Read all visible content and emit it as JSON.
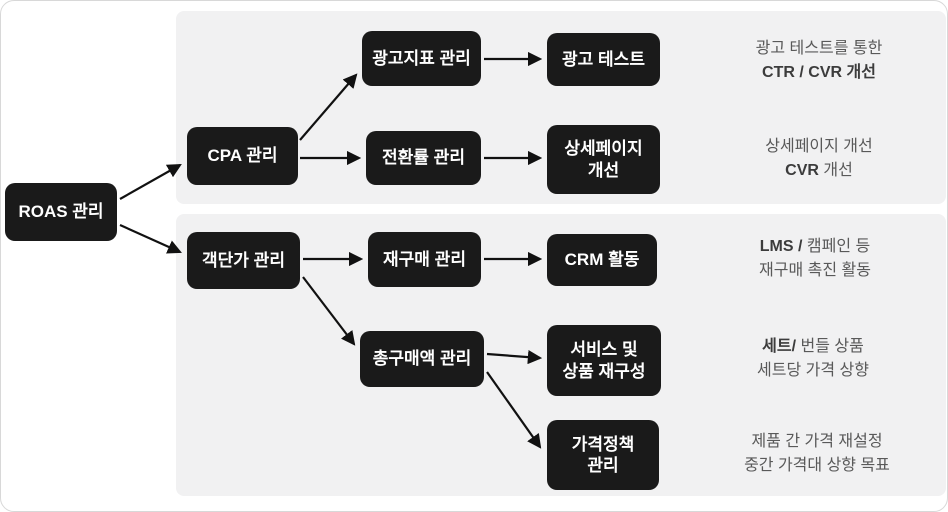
{
  "colors": {
    "node_bg": "#1a1a1a",
    "node_text": "#ffffff",
    "panel_bg": "#f1f1f2",
    "arrow": "#111111",
    "note_text": "#595959",
    "note_bold": "#3c3c3c"
  },
  "nodes": {
    "roas": {
      "label": "ROAS 관리"
    },
    "cpa": {
      "label": "CPA 관리"
    },
    "ad_metrics": {
      "label": "광고지표 관리"
    },
    "ad_test": {
      "label": "광고 테스트"
    },
    "conversion": {
      "label": "전환률 관리"
    },
    "detail_page": {
      "label": "상세페이지\n개선"
    },
    "aov": {
      "label": "객단가 관리"
    },
    "repurchase": {
      "label": "재구매 관리"
    },
    "crm": {
      "label": "CRM 활동"
    },
    "total_purchase": {
      "label": "총구매액 관리"
    },
    "service_mix": {
      "label": "서비스 및\n상품 재구성"
    },
    "pricing": {
      "label": "가격정책\n관리"
    }
  },
  "annotations": [
    {
      "line1_bold": "",
      "line1_rest": "광고 테스트를 통한",
      "line2_bold": "CTR /  CVR 개선",
      "line2_rest": ""
    },
    {
      "line1_bold": "",
      "line1_rest": "상세페이지 개선",
      "line2_bold": "CVR",
      "line2_rest": " 개선"
    },
    {
      "line1_bold": "LMS /",
      "line1_rest": " 캠페인 등",
      "line2_bold": "",
      "line2_rest": "재구매 촉진 활동"
    },
    {
      "line1_bold": "세트/",
      "line1_rest": " 번들 상품",
      "line2_bold": "",
      "line2_rest": "세트당 가격 상향"
    },
    {
      "line1_bold": "",
      "line1_rest": "제품 간 가격 재설정",
      "line2_bold": "",
      "line2_rest": "중간 가격대 상향 목표"
    }
  ],
  "edges": [
    {
      "from": "roas",
      "to": "cpa"
    },
    {
      "from": "roas",
      "to": "aov"
    },
    {
      "from": "cpa",
      "to": "ad_metrics"
    },
    {
      "from": "cpa",
      "to": "conversion"
    },
    {
      "from": "ad_metrics",
      "to": "ad_test"
    },
    {
      "from": "conversion",
      "to": "detail_page"
    },
    {
      "from": "aov",
      "to": "repurchase"
    },
    {
      "from": "aov",
      "to": "total_purchase"
    },
    {
      "from": "repurchase",
      "to": "crm"
    },
    {
      "from": "total_purchase",
      "to": "service_mix"
    },
    {
      "from": "total_purchase",
      "to": "pricing"
    }
  ]
}
